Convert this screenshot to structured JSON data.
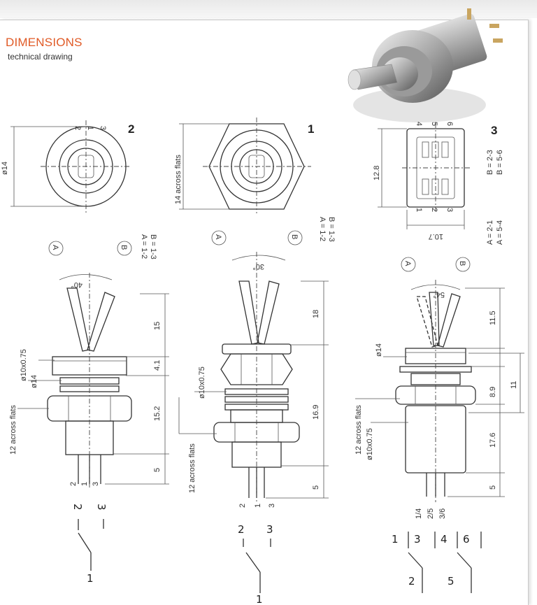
{
  "header": {
    "title": "DIMENSIONS",
    "subtitle": "technical drawing"
  },
  "diagram": {
    "view_numbers": [
      "2",
      "1",
      "3"
    ],
    "position_labels": [
      "A",
      "B"
    ],
    "view2": {
      "pin_labels": [
        "2",
        "1",
        "3"
      ],
      "diameter": "ø14",
      "angle": "40°",
      "bushing_dia": "ø14",
      "thread": "ø10x0.75",
      "nut": "12 across flats",
      "dims": [
        "15",
        "4.1",
        "15.2",
        "5"
      ],
      "legend": [
        "A = 1-2",
        "B = 1-3"
      ],
      "schematic": [
        "2",
        "3",
        "1"
      ]
    },
    "view1": {
      "hex_label": "14 across flats",
      "angle": "30°",
      "thread": "ø10x0.75",
      "nut": "12 across flats",
      "dims": [
        "18",
        "16.9",
        "5"
      ],
      "legend": [
        "A = 1-2",
        "B = 1-3"
      ],
      "pin_labels": [
        "2",
        "1",
        "3"
      ],
      "schematic": [
        "2",
        "3",
        "1"
      ]
    },
    "view3": {
      "height": "12.8",
      "width": "10.7",
      "top_pins": [
        "4",
        "5",
        "6"
      ],
      "bottom_pins": [
        "1",
        "2",
        "3"
      ],
      "angle": "54°",
      "bushing_dia": "ø14",
      "nut": "12 across flats",
      "thread": "ø10x0.75",
      "dims": [
        "11.5",
        "8.9",
        "11",
        "17.6",
        "5"
      ],
      "legend": [
        "A = 2-1",
        "B = 2-3",
        "A = 5-4",
        "B = 5-6"
      ],
      "pin_labels": [
        "1/4",
        "2/5",
        "3/6"
      ],
      "schematic_top": [
        "1",
        "3",
        "4",
        "6"
      ],
      "schematic_bottom": [
        "2",
        "5"
      ]
    }
  },
  "colors": {
    "accent": "#e05a26",
    "line": "#333333"
  }
}
